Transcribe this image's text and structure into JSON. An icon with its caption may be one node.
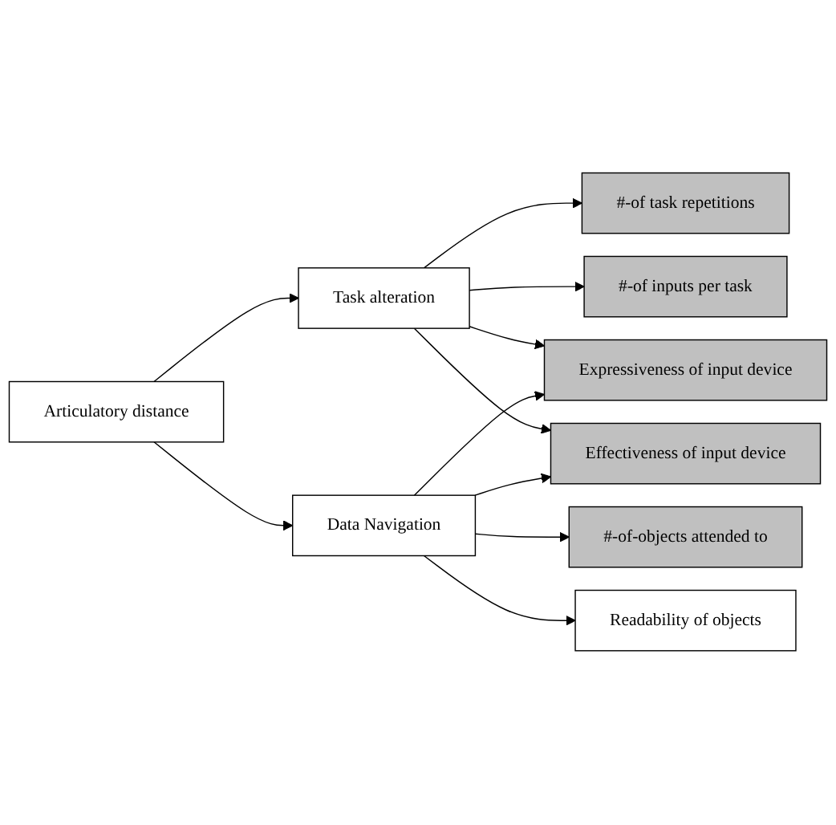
{
  "diagram": {
    "nodes": [
      {
        "text": [
          "Articulatory distance"
        ]
      },
      {
        "text": [
          "Task alteration"
        ]
      },
      {
        "text": [
          "Data Navigation"
        ]
      },
      {
        "text": [
          "#-of task repetitions"
        ]
      },
      {
        "text": [
          "#-of inputs per task"
        ]
      },
      {
        "text": [
          "Expressiveness of input device"
        ]
      },
      {
        "text": [
          "Effectiveness of input device"
        ]
      },
      {
        "text": [
          "#-of-objects attended to"
        ]
      },
      {
        "text": [
          "Readability of objects"
        ]
      }
    ],
    "edges": [
      {
        "from": 0,
        "to": 1,
        "arrow": "to"
      },
      {
        "from": 0,
        "to": 2,
        "arrow": "to"
      },
      {
        "from": 1,
        "to": 3,
        "arrow": "to"
      },
      {
        "from": 1,
        "to": 4,
        "arrow": "to"
      },
      {
        "from": 1,
        "to": 5,
        "arrow": "to"
      },
      {
        "from": 1,
        "to": 6,
        "arrow": "to"
      },
      {
        "from": 2,
        "to": 5,
        "arrow": "to"
      },
      {
        "from": 2,
        "to": 6,
        "arrow": "to"
      },
      {
        "from": 2,
        "to": 7,
        "arrow": "to"
      },
      {
        "from": 2,
        "to": 8,
        "arrow": "to"
      }
    ]
  }
}
